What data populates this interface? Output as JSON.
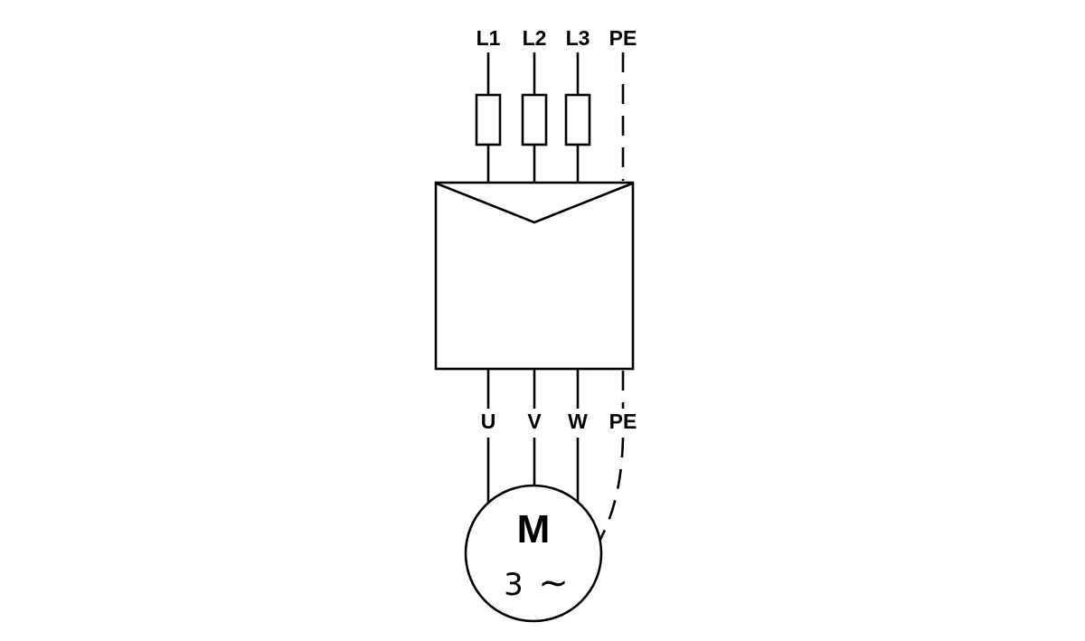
{
  "labels": {
    "supply": {
      "l1": "L1",
      "l2": "L2",
      "l3": "L3",
      "pe": "PE"
    },
    "motor_terminals": {
      "u": "U",
      "v": "V",
      "w": "W",
      "pe": "PE"
    }
  },
  "motor": {
    "designation": "M",
    "phase_count": "3",
    "ac_symbol": "∼"
  },
  "colors": {
    "stroke": "#000000",
    "background": "#ffffff"
  }
}
